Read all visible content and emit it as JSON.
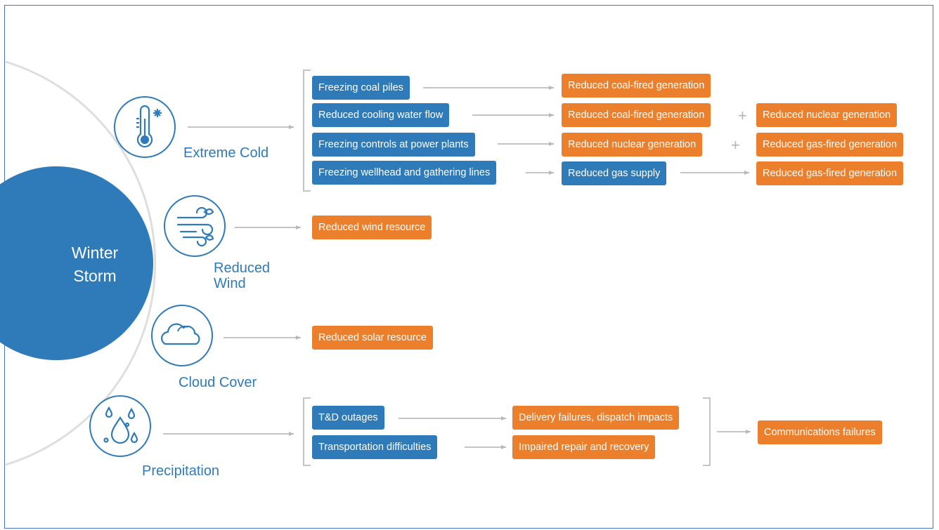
{
  "center": {
    "label": "Winter\nStorm"
  },
  "categories": [
    {
      "label": "Extreme Cold",
      "icon": "thermometer-snowflake-icon"
    },
    {
      "label": "Reduced\nWind",
      "icon": "wind-icon"
    },
    {
      "label": "Cloud Cover",
      "icon": "cloud-icon"
    },
    {
      "label": "Precipitation",
      "icon": "raindrops-icon"
    }
  ],
  "cold": {
    "causes": [
      "Freezing coal piles",
      "Reduced cooling water flow",
      "Freezing controls at power plants",
      "Freezing wellhead and gathering lines"
    ],
    "effects": [
      "Reduced coal-fired generation",
      "Reduced coal-fired generation",
      "Reduced nuclear generation",
      "Reduced gas supply"
    ],
    "secondary": [
      "Reduced nuclear generation",
      "Reduced gas-fired generation",
      "Reduced gas-fired generation"
    ],
    "plus": "+"
  },
  "wind": {
    "effect": "Reduced wind resource"
  },
  "cloud": {
    "effect": "Reduced solar resource"
  },
  "precip": {
    "causes": [
      "T&D outages",
      "Transportation difficulties"
    ],
    "effects": [
      "Delivery failures, dispatch impacts",
      "Impaired repair and recovery"
    ],
    "final": "Communications failures"
  },
  "colors": {
    "blue": "#2f7ab8",
    "orange": "#ec7f2c",
    "connector": "#c4c4c4",
    "frame": "#4a72c4"
  }
}
